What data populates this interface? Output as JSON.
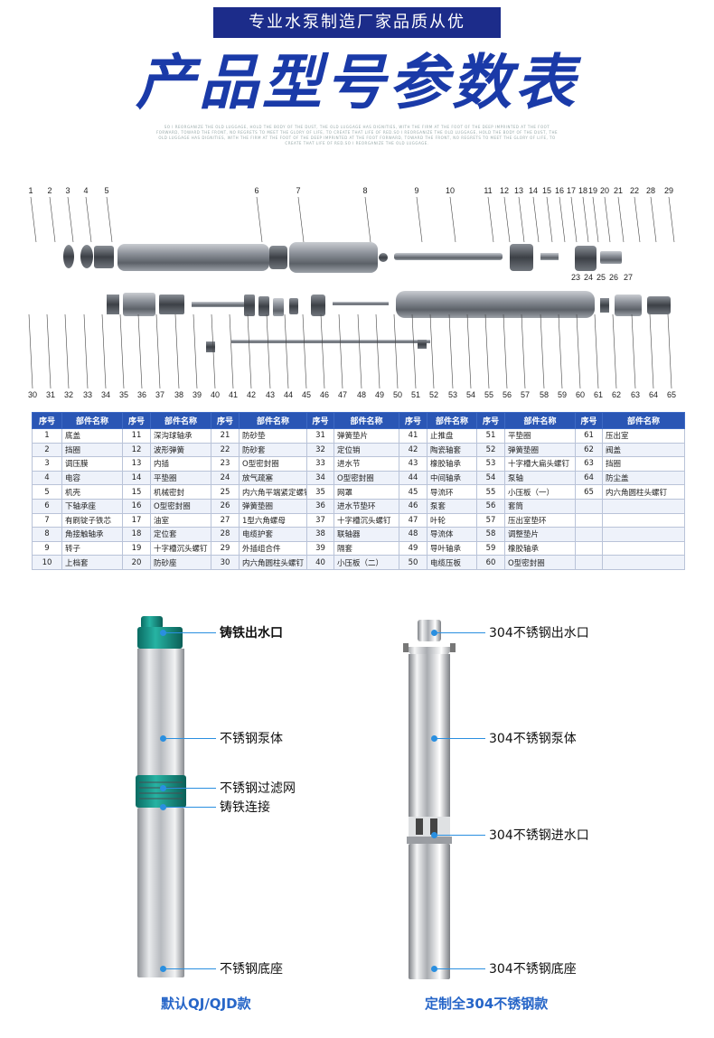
{
  "header": {
    "banner": "专业水泵制造厂家品质从优",
    "title": "产品型号参数表",
    "fine_print": "SO I REORGANIZE THE OLD LUGGAGE, HOLD THE BODY OF THE DUST, THE OLD LUGGAGE HAS DIGNITIES, WITH THE FIRM AT THE FOOT OF THE DEEP IMPRINTED AT THE FOOT FORWARD, TOWARD THE FRONT, NO REGRETS TO MEET THE GLORY OF LIFE, TO CREATE THAT LIFE OF RED.SO I REORGANIZE THE OLD LUGGAGE, HOLD THE BODY OF THE DUST, THE OLD LUGGAGE HAS DIGNITIES, WITH THE FIRM AT THE FOOT OF THE DEEP IMPRINTED AT THE FOOT FORWARD, TOWARD THE FRONT, NO REGRETS TO MEET THE GLORY OF LIFE, TO CREATE THAT LIFE OF RED.SO I REORGANIZE THE OLD LUGGAGE."
  },
  "diagram": {
    "top_numbers": [
      "1",
      "2",
      "3",
      "4",
      "5",
      "6",
      "7",
      "8",
      "9",
      "10",
      "11",
      "12",
      "13",
      "14",
      "15",
      "16",
      "17",
      "18",
      "19",
      "20",
      "21",
      "22",
      "28",
      "29"
    ],
    "mid_numbers": [
      "23",
      "24",
      "25",
      "26",
      "27"
    ],
    "bottom_numbers": [
      "30",
      "31",
      "32",
      "33",
      "34",
      "35",
      "36",
      "37",
      "38",
      "39",
      "40",
      "41",
      "42",
      "43",
      "44",
      "45",
      "46",
      "47",
      "48",
      "49",
      "50",
      "51",
      "52",
      "53",
      "54",
      "55",
      "56",
      "57",
      "58",
      "59",
      "60",
      "61",
      "62",
      "63",
      "64",
      "65"
    ]
  },
  "table": {
    "headers": [
      "序号",
      "部件名称",
      "序号",
      "部件名称",
      "序号",
      "部件名称",
      "序号",
      "部件名称",
      "序号",
      "部件名称",
      "序号",
      "部件名称",
      "序号",
      "部件名称"
    ],
    "rows": [
      [
        "1",
        "底盖",
        "11",
        "深沟球轴承",
        "21",
        "防砂垫",
        "31",
        "弹簧垫片",
        "41",
        "止推盘",
        "51",
        "平垫圈",
        "61",
        "压出室"
      ],
      [
        "2",
        "挡圈",
        "12",
        "波形弹簧",
        "22",
        "防砂套",
        "32",
        "定位销",
        "42",
        "陶瓷轴套",
        "52",
        "弹簧垫圈",
        "62",
        "阀盖"
      ],
      [
        "3",
        "调压膜",
        "13",
        "内插",
        "23",
        "O型密封圈",
        "33",
        "进水节",
        "43",
        "橡胶轴承",
        "53",
        "十字槽大扁头螺钉",
        "63",
        "挡圈"
      ],
      [
        "4",
        "电容",
        "14",
        "平垫圈",
        "24",
        "放气疏塞",
        "34",
        "O型密封圈",
        "44",
        "中间轴承",
        "54",
        "泵轴",
        "64",
        "防尘盖"
      ],
      [
        "5",
        "机壳",
        "15",
        "机械密封",
        "25",
        "内六角平端紧定螺钉",
        "35",
        "网罩",
        "45",
        "导流环",
        "55",
        "小压板（一）",
        "65",
        "内六角圆柱头螺钉"
      ],
      [
        "6",
        "下轴承座",
        "16",
        "O型密封圈",
        "26",
        "弹簧垫圈",
        "36",
        "进水节垫环",
        "46",
        "泵套",
        "56",
        "套筒",
        "",
        ""
      ],
      [
        "7",
        "有刷锭子铁芯",
        "17",
        "油室",
        "27",
        "1型六角螺母",
        "37",
        "十字槽沉头螺钉",
        "47",
        "叶轮",
        "57",
        "压出室垫环",
        "",
        ""
      ],
      [
        "8",
        "角接触轴承",
        "18",
        "定位套",
        "28",
        "电缆护套",
        "38",
        "联轴器",
        "48",
        "导流体",
        "58",
        "调整垫片",
        "",
        ""
      ],
      [
        "9",
        "转子",
        "19",
        "十字槽沉头螺钉",
        "29",
        "外插组合件",
        "39",
        "隔套",
        "49",
        "导叶轴承",
        "59",
        "橡胶轴承",
        "",
        ""
      ],
      [
        "10",
        "上档套",
        "20",
        "防砂座",
        "30",
        "内六角圆柱头螺钉",
        "40",
        "小压板（二）",
        "50",
        "电缆压板",
        "60",
        "O型密封圈",
        "",
        ""
      ]
    ]
  },
  "products": {
    "left": {
      "outlet": "铸铁出水口",
      "body": "不锈钢泵体",
      "filter": "不锈钢过滤网",
      "connector": "铸铁连接",
      "base": "不锈钢底座",
      "model": "默认QJ/QJD款"
    },
    "right": {
      "outlet": "304不锈钢出水口",
      "body": "304不锈钢泵体",
      "inlet": "304不锈钢进水口",
      "base": "304不锈钢底座",
      "model": "定制全304不锈钢款"
    }
  },
  "colors": {
    "banner": "#1c2c8a",
    "title": "#1a3aa8",
    "table_header": "#2a56b5",
    "accent": "#2a8fe0",
    "model_label": "#2766c8"
  }
}
